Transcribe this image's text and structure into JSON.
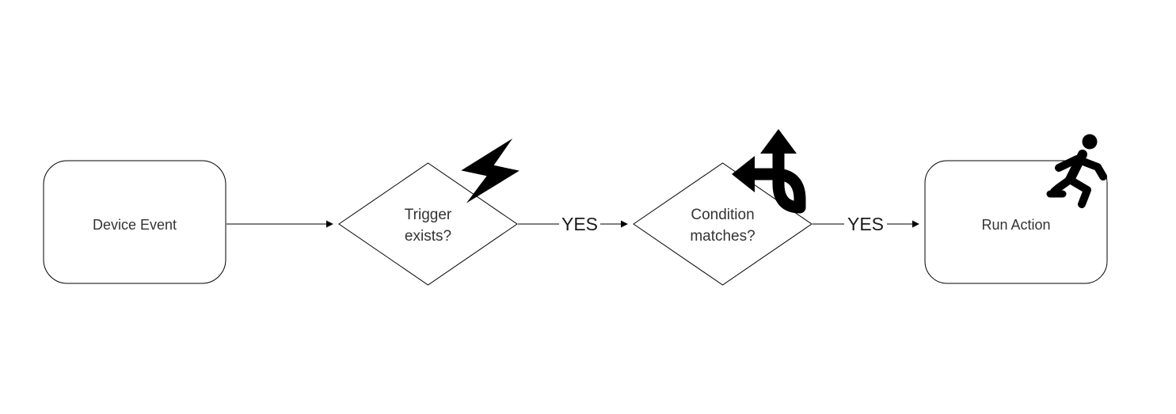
{
  "diagram": {
    "type": "flowchart",
    "background": "#ffffff",
    "colors": {
      "shape_stroke": "#000000",
      "shape_fill": "#ffffff",
      "node_text": "#333333",
      "edge_label_text": "#1a1a1a",
      "icon": "#000000"
    },
    "nodes": [
      {
        "id": "device-event",
        "type": "rounded-rect",
        "label": "Device Event"
      },
      {
        "id": "trigger-exists",
        "type": "decision-diamond",
        "label": "Trigger exists?",
        "label_lines": [
          "Trigger",
          "exists?"
        ],
        "icon": "lightning-bolt"
      },
      {
        "id": "condition-matches",
        "type": "decision-diamond",
        "label": "Condition matches?",
        "label_lines": [
          "Condition",
          "matches?"
        ],
        "icon": "split-arrows-up-left"
      },
      {
        "id": "run-action",
        "type": "rounded-rect",
        "label": "Run Action",
        "icon": "running-person"
      }
    ],
    "edges": [
      {
        "from": "device-event",
        "to": "trigger-exists",
        "label": ""
      },
      {
        "from": "trigger-exists",
        "to": "condition-matches",
        "label": "YES"
      },
      {
        "from": "condition-matches",
        "to": "run-action",
        "label": "YES"
      }
    ]
  }
}
